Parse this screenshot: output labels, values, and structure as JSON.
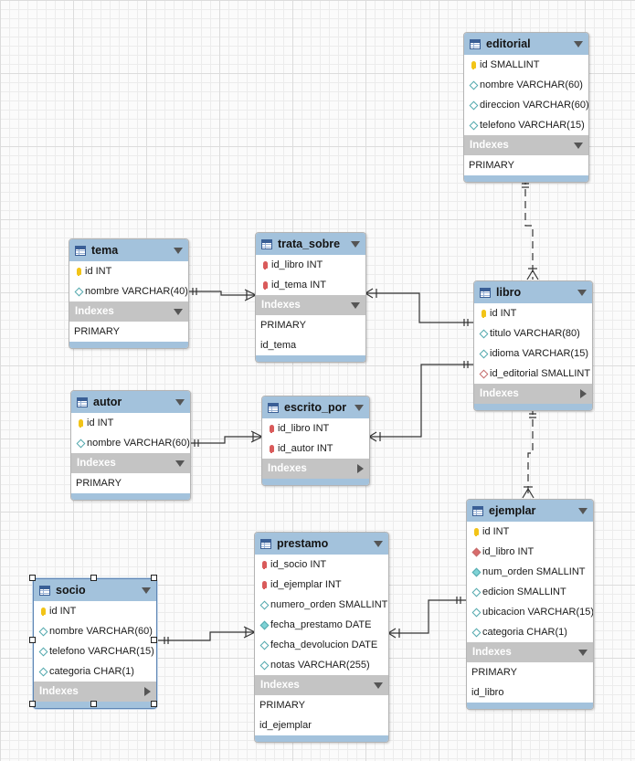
{
  "entities": {
    "editorial": {
      "name": "editorial",
      "columns": [
        {
          "text": "id SMALLINT",
          "icon": "primary-key-icon"
        },
        {
          "text": "nombre VARCHAR(60)",
          "icon": "column-diamond-icon"
        },
        {
          "text": "direccion VARCHAR(60)",
          "icon": "column-diamond-icon"
        },
        {
          "text": "telefono VARCHAR(15)",
          "icon": "column-diamond-icon"
        }
      ],
      "indexes_label": "Indexes",
      "indexes": [
        "PRIMARY"
      ]
    },
    "tema": {
      "name": "tema",
      "columns": [
        {
          "text": "id INT",
          "icon": "primary-key-icon"
        },
        {
          "text": "nombre VARCHAR(40)",
          "icon": "column-diamond-icon"
        }
      ],
      "indexes_label": "Indexes",
      "indexes": [
        "PRIMARY"
      ]
    },
    "trata_sobre": {
      "name": "trata_sobre",
      "columns": [
        {
          "text": "id_libro INT",
          "icon": "foreign-key-icon"
        },
        {
          "text": "id_tema INT",
          "icon": "foreign-key-icon"
        }
      ],
      "indexes_label": "Indexes",
      "indexes": [
        "PRIMARY",
        "id_tema"
      ]
    },
    "libro": {
      "name": "libro",
      "columns": [
        {
          "text": "id INT",
          "icon": "primary-key-icon"
        },
        {
          "text": "titulo VARCHAR(80)",
          "icon": "column-diamond-icon"
        },
        {
          "text": "idioma VARCHAR(15)",
          "icon": "column-diamond-icon"
        },
        {
          "text": "id_editorial SMALLINT",
          "icon": "foreign-column-diamond-icon"
        }
      ],
      "indexes_label": "Indexes",
      "indexes": []
    },
    "autor": {
      "name": "autor",
      "columns": [
        {
          "text": "id INT",
          "icon": "primary-key-icon"
        },
        {
          "text": "nombre VARCHAR(60)",
          "icon": "column-diamond-icon"
        }
      ],
      "indexes_label": "Indexes",
      "indexes": [
        "PRIMARY"
      ]
    },
    "escrito_por": {
      "name": "escrito_por",
      "columns": [
        {
          "text": "id_libro INT",
          "icon": "foreign-key-icon"
        },
        {
          "text": "id_autor INT",
          "icon": "foreign-key-icon"
        }
      ],
      "indexes_label": "Indexes",
      "indexes": []
    },
    "ejemplar": {
      "name": "ejemplar",
      "columns": [
        {
          "text": "id INT",
          "icon": "primary-key-icon"
        },
        {
          "text": "id_libro INT",
          "icon": "foreign-column-diamond-icon"
        },
        {
          "text": "num_orden SMALLINT",
          "icon": "column-diamond-filled-icon"
        },
        {
          "text": "edicion SMALLINT",
          "icon": "column-diamond-icon"
        },
        {
          "text": "ubicacion VARCHAR(15)",
          "icon": "column-diamond-icon"
        },
        {
          "text": "categoria CHAR(1)",
          "icon": "column-diamond-icon"
        }
      ],
      "indexes_label": "Indexes",
      "indexes": [
        "PRIMARY",
        "id_libro"
      ]
    },
    "prestamo": {
      "name": "prestamo",
      "columns": [
        {
          "text": "id_socio INT",
          "icon": "foreign-key-icon"
        },
        {
          "text": "id_ejemplar INT",
          "icon": "foreign-key-icon"
        },
        {
          "text": "numero_orden SMALLINT",
          "icon": "column-diamond-icon"
        },
        {
          "text": "fecha_prestamo DATE",
          "icon": "column-diamond-filled-icon"
        },
        {
          "text": "fecha_devolucion DATE",
          "icon": "column-diamond-icon"
        },
        {
          "text": "notas VARCHAR(255)",
          "icon": "column-diamond-icon"
        }
      ],
      "indexes_label": "Indexes",
      "indexes": [
        "PRIMARY",
        "id_ejemplar"
      ]
    },
    "socio": {
      "name": "socio",
      "columns": [
        {
          "text": "id INT",
          "icon": "primary-key-icon"
        },
        {
          "text": "nombre VARCHAR(60)",
          "icon": "column-diamond-icon"
        },
        {
          "text": "telefono VARCHAR(15)",
          "icon": "column-diamond-icon"
        },
        {
          "text": "categoria CHAR(1)",
          "icon": "column-diamond-icon"
        }
      ],
      "indexes_label": "Indexes",
      "indexes": []
    }
  },
  "colors": {
    "header": "#a3c2dc",
    "indexes_bar": "#c4c4c4",
    "primary_key": "#f2c418",
    "foreign_key": "#d95b5b",
    "column": "#52a8ad",
    "selection": "#222222"
  }
}
